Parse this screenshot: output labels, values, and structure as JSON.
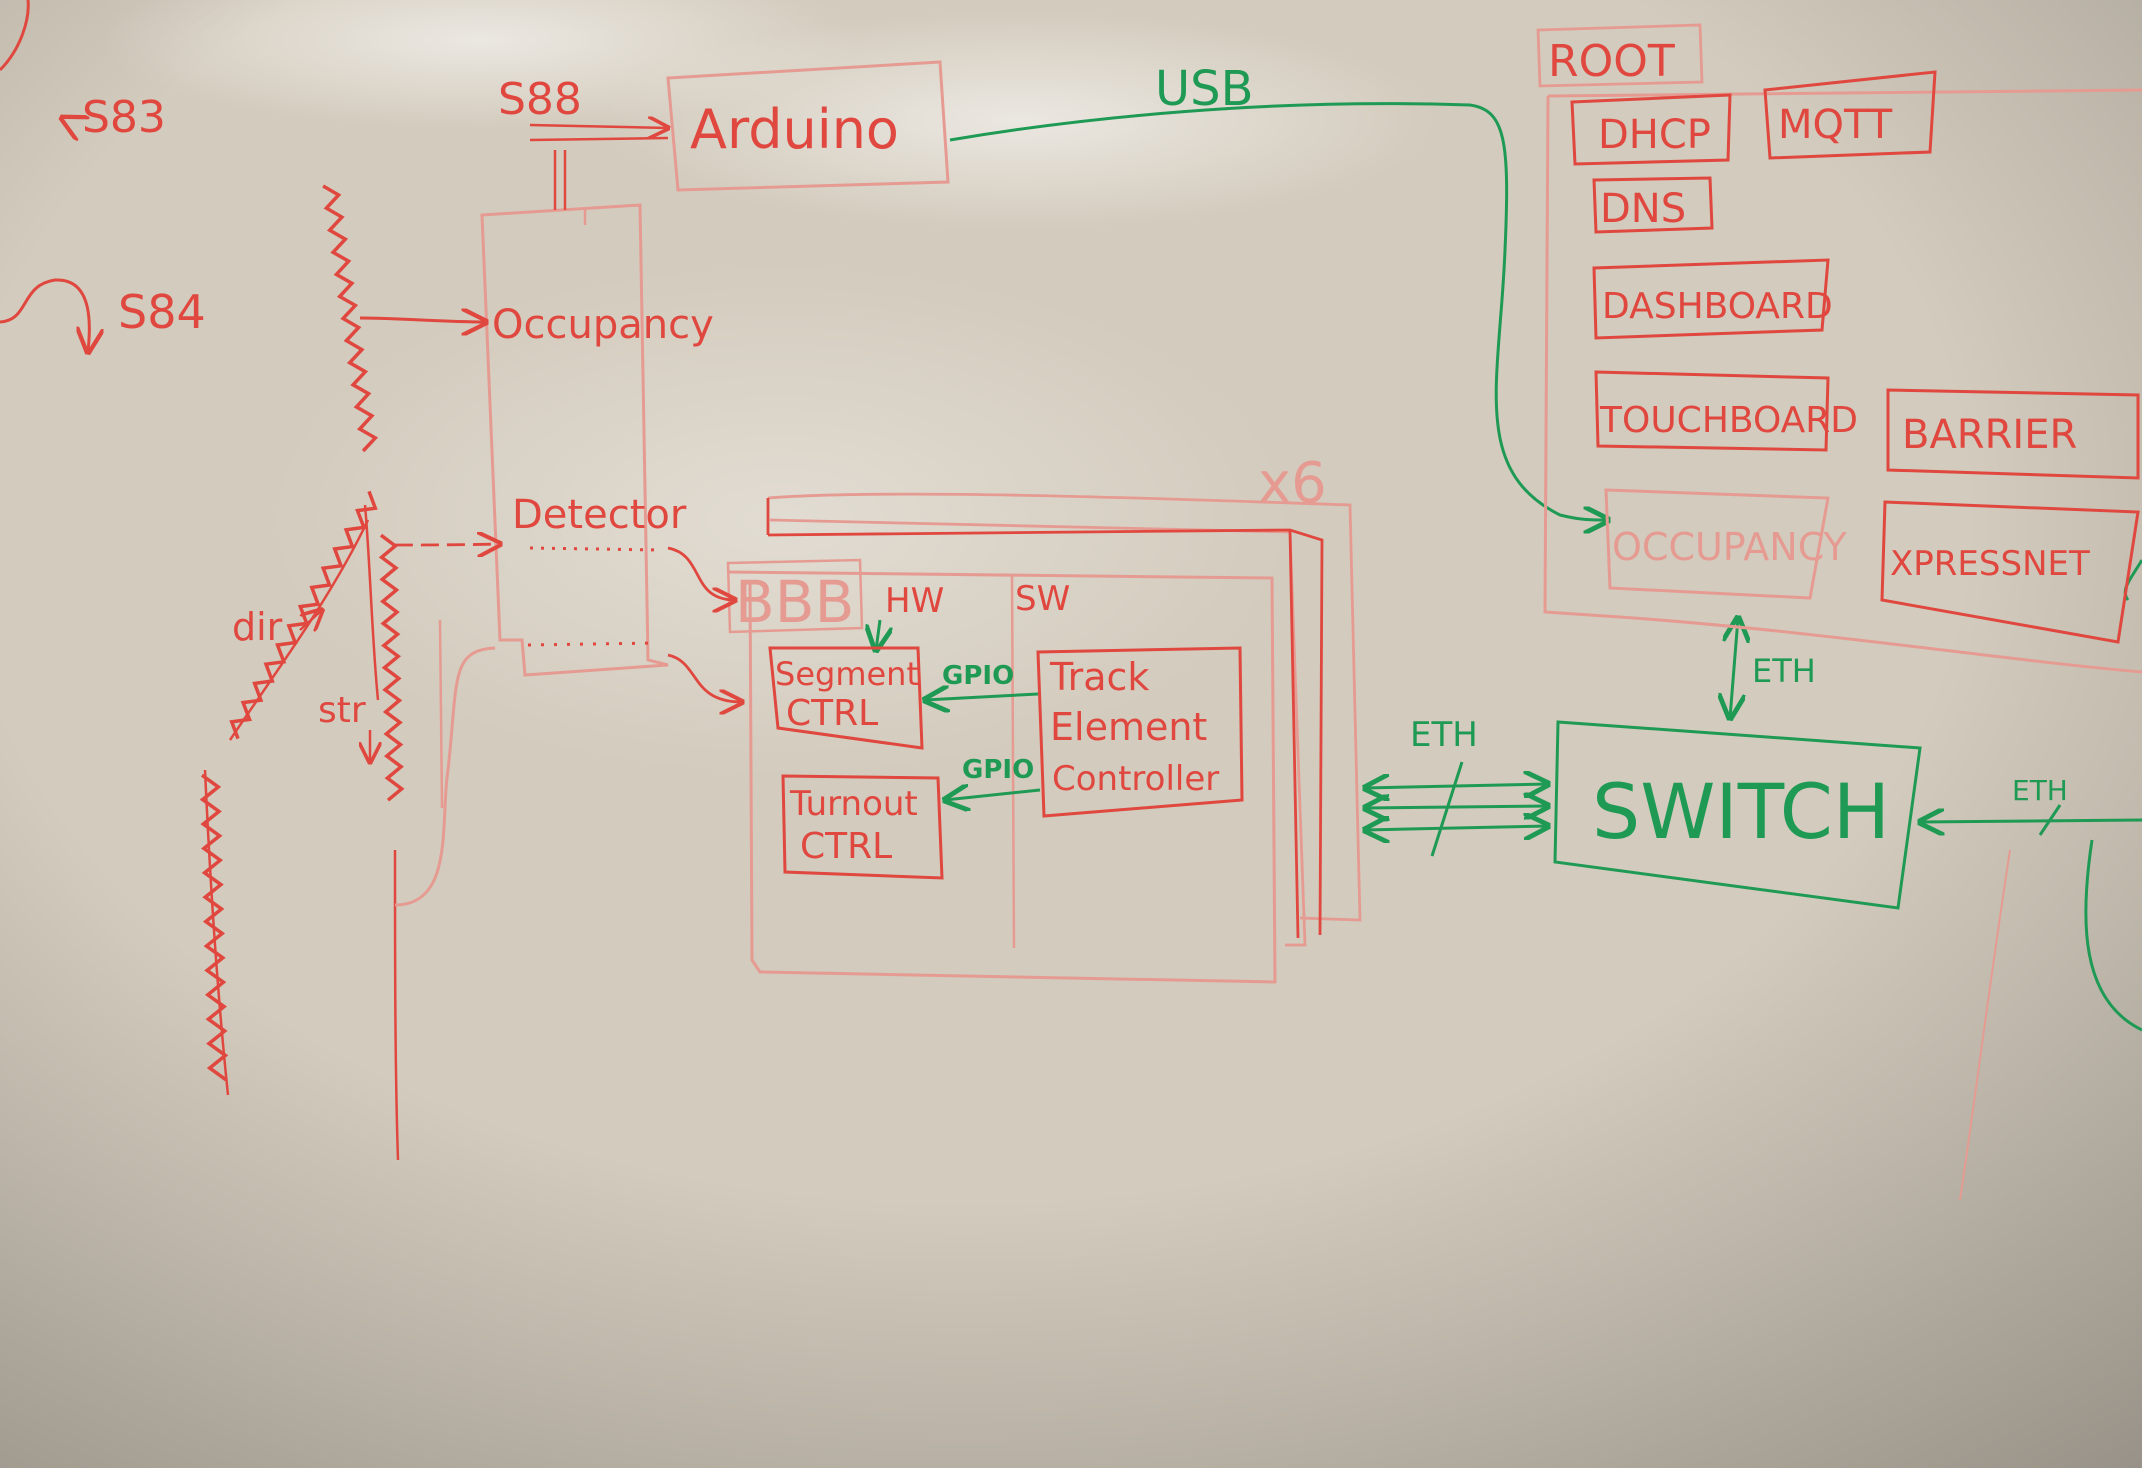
{
  "colors": {
    "board": "#d3cbbd",
    "red_ink": "#e0473f",
    "pale_red_ink": "#e69b92",
    "green_ink": "#1f9a55"
  },
  "labels": {
    "s83": "S83",
    "s84": "S84",
    "s88": "S88",
    "arduino": "Arduino",
    "usb": "USB",
    "occupancy_detector": "Occupancy",
    "detector": "Detector",
    "dir": "dir",
    "str": "str",
    "bbb": "BBB",
    "hw": "HW",
    "sw": "SW",
    "x6": "x6",
    "segment_ctrl": [
      "Segment",
      "CTRL"
    ],
    "turnout_ctrl": [
      "Turnout",
      "CTRL"
    ],
    "track_element_controller": [
      "Track",
      "Element",
      "Controller"
    ],
    "gpio_segment": "GPIO",
    "gpio_turnout": "GPIO",
    "eth_bbb": "ETH",
    "eth_root": "ETH",
    "eth_right": "ETH",
    "switch": "SWITCH",
    "root": "ROOT"
  },
  "services": [
    {
      "id": "dhcp",
      "label": "DHCP"
    },
    {
      "id": "mqtt",
      "label": "MQTT"
    },
    {
      "id": "dns",
      "label": "DNS"
    },
    {
      "id": "dashboard",
      "label": "DASHBOARD"
    },
    {
      "id": "touchboard",
      "label": "TOUCHBOARD"
    },
    {
      "id": "barrier",
      "label": "BARRIER"
    },
    {
      "id": "occupancy",
      "label": "OCCUPANCY"
    },
    {
      "id": "xpressnet",
      "label": "XPRESSNET"
    }
  ]
}
